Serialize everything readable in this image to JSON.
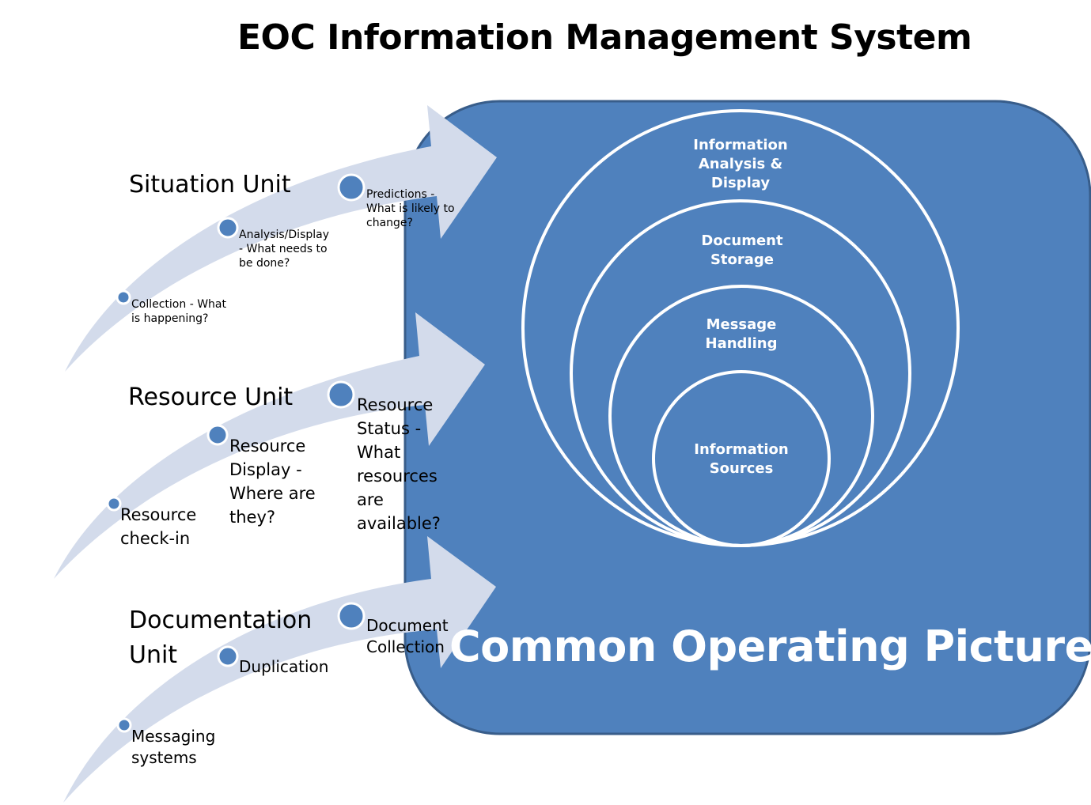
{
  "title": "EOC Information Management System",
  "colors": {
    "panel": "#4f81bd",
    "panel_border": "#385d8a",
    "arrow": "#d3dbeb",
    "dot": "#4f81bd",
    "ring": "#ffffff"
  },
  "common_operating_picture": {
    "label": "Common Operating Picture",
    "rings": [
      {
        "label_lines": [
          "Information",
          "Analysis &",
          "Display"
        ]
      },
      {
        "label_lines": [
          "Document",
          "Storage"
        ]
      },
      {
        "label_lines": [
          "Message",
          "Handling"
        ]
      },
      {
        "label_lines": [
          "Information",
          "Sources"
        ]
      }
    ]
  },
  "units": [
    {
      "name_lines": [
        "Situation Unit"
      ],
      "steps": [
        {
          "label_lines": [
            "Collection - What",
            "is happening?"
          ]
        },
        {
          "label_lines": [
            "Analysis/Display",
            "- What needs to",
            "be done?"
          ]
        },
        {
          "label_lines": [
            "Predictions -",
            "What is likely to",
            "change?"
          ]
        }
      ]
    },
    {
      "name_lines": [
        "Resource Unit"
      ],
      "steps": [
        {
          "label_lines": [
            "Resource",
            "check-in"
          ]
        },
        {
          "label_lines": [
            "Resource",
            "Display -",
            "Where are",
            "they?"
          ]
        },
        {
          "label_lines": [
            "Resource",
            "Status -",
            "What",
            "resources",
            "are",
            "available?"
          ]
        }
      ]
    },
    {
      "name_lines": [
        "Documentation",
        "Unit"
      ],
      "steps": [
        {
          "label_lines": [
            "Messaging",
            "systems"
          ]
        },
        {
          "label_lines": [
            "Duplication"
          ]
        },
        {
          "label_lines": [
            "Document",
            "Collection"
          ]
        }
      ]
    }
  ]
}
